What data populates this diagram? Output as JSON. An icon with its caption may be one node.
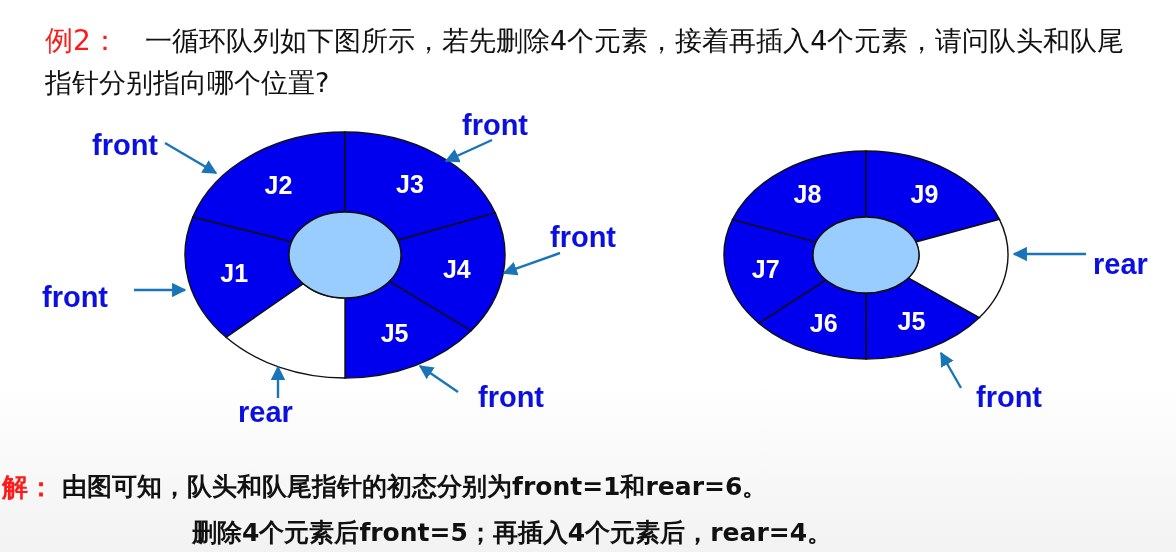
{
  "diagram": {
    "nodes": [
      {
        "text": [
          "J1"
        ]
      },
      {
        "text": [
          "J2"
        ]
      },
      {
        "text": [
          "J3"
        ]
      },
      {
        "text": [
          "J4"
        ]
      },
      {
        "text": [
          "J5"
        ]
      },
      {
        "text": [],
        "shape": "sector"
      },
      {
        "text": [
          "J5"
        ]
      },
      {
        "text": [
          "J6"
        ]
      },
      {
        "text": [
          "J7"
        ]
      },
      {
        "text": [
          "J8"
        ]
      },
      {
        "text": [
          "J9"
        ]
      },
      {
        "text": [],
        "shape": "sector"
      },
      {
        "text": [
          "front"
        ]
      },
      {
        "text": [
          "front"
        ]
      },
      {
        "text": [
          "front"
        ]
      },
      {
        "text": [
          "front"
        ]
      },
      {
        "text": [
          "front"
        ]
      },
      {
        "text": [
          "rear"
        ]
      },
      {
        "text": [
          "rear"
        ]
      },
      {
        "text": [
          "front"
        ]
      },
      {
        "text": [],
        "shape": "ellipse"
      },
      {
        "text": [],
        "shape": "ellipse"
      }
    ],
    "edges": [
      {
        "from": 12,
        "to": 1,
        "arrow": "to"
      },
      {
        "from": 13,
        "to": 2,
        "arrow": "to"
      },
      {
        "from": 14,
        "to": 3,
        "arrow": "to"
      },
      {
        "from": 15,
        "to": 0,
        "arrow": "to"
      },
      {
        "from": 16,
        "to": 4,
        "arrow": "to"
      },
      {
        "from": 17,
        "to": 5,
        "arrow": "to"
      },
      {
        "from": 18,
        "to": 11,
        "arrow": "to"
      },
      {
        "from": 19,
        "to": 6,
        "arrow": "to"
      }
    ],
    "labels": [
      "例2：",
      "一循环队列如下图所示，若先删除4个元素，接着再插入4个元素，请问队头和队尾指针分别指向哪个位置?",
      "解：",
      "由图可知，队头和队尾指针的初态分别为front=1和rear=6。",
      "删除4个元素后front=5；再插入4个元素后，rear=4。"
    ]
  }
}
